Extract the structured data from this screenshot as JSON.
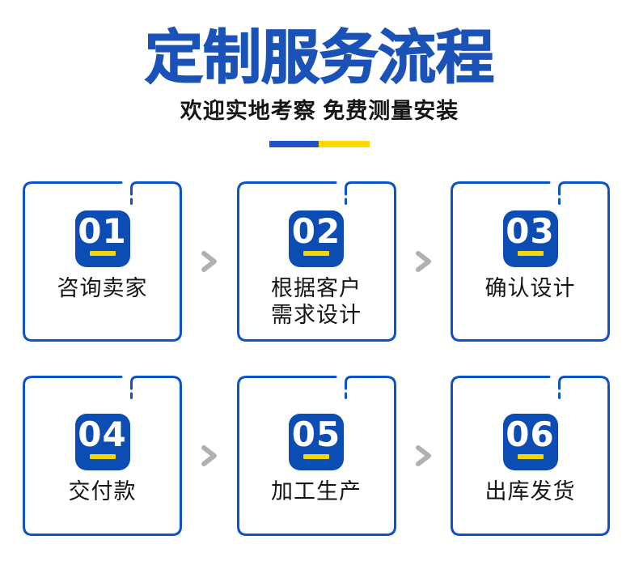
{
  "header": {
    "title": "定制服务流程",
    "subtitle": "欢迎实地考察 免费测量安装"
  },
  "steps": [
    {
      "number": "01",
      "label": "咨询卖家"
    },
    {
      "number": "02",
      "label": "根据客户\n需求设计"
    },
    {
      "number": "03",
      "label": "确认设计"
    },
    {
      "number": "04",
      "label": "交付款"
    },
    {
      "number": "05",
      "label": "加工生产"
    },
    {
      "number": "06",
      "label": "出库发货"
    }
  ],
  "colors": {
    "title_blue": "#1a52b8",
    "card_border_blue": "#0d52c8",
    "badge_blue": "#0c4db4",
    "badge_underline_yellow": "#f6d40c",
    "divider_blue": "#2153c3",
    "divider_yellow": "#ffd800",
    "arrow_gray": "#b1b1b4",
    "text_black": "#151515",
    "background": "#ffffff"
  }
}
